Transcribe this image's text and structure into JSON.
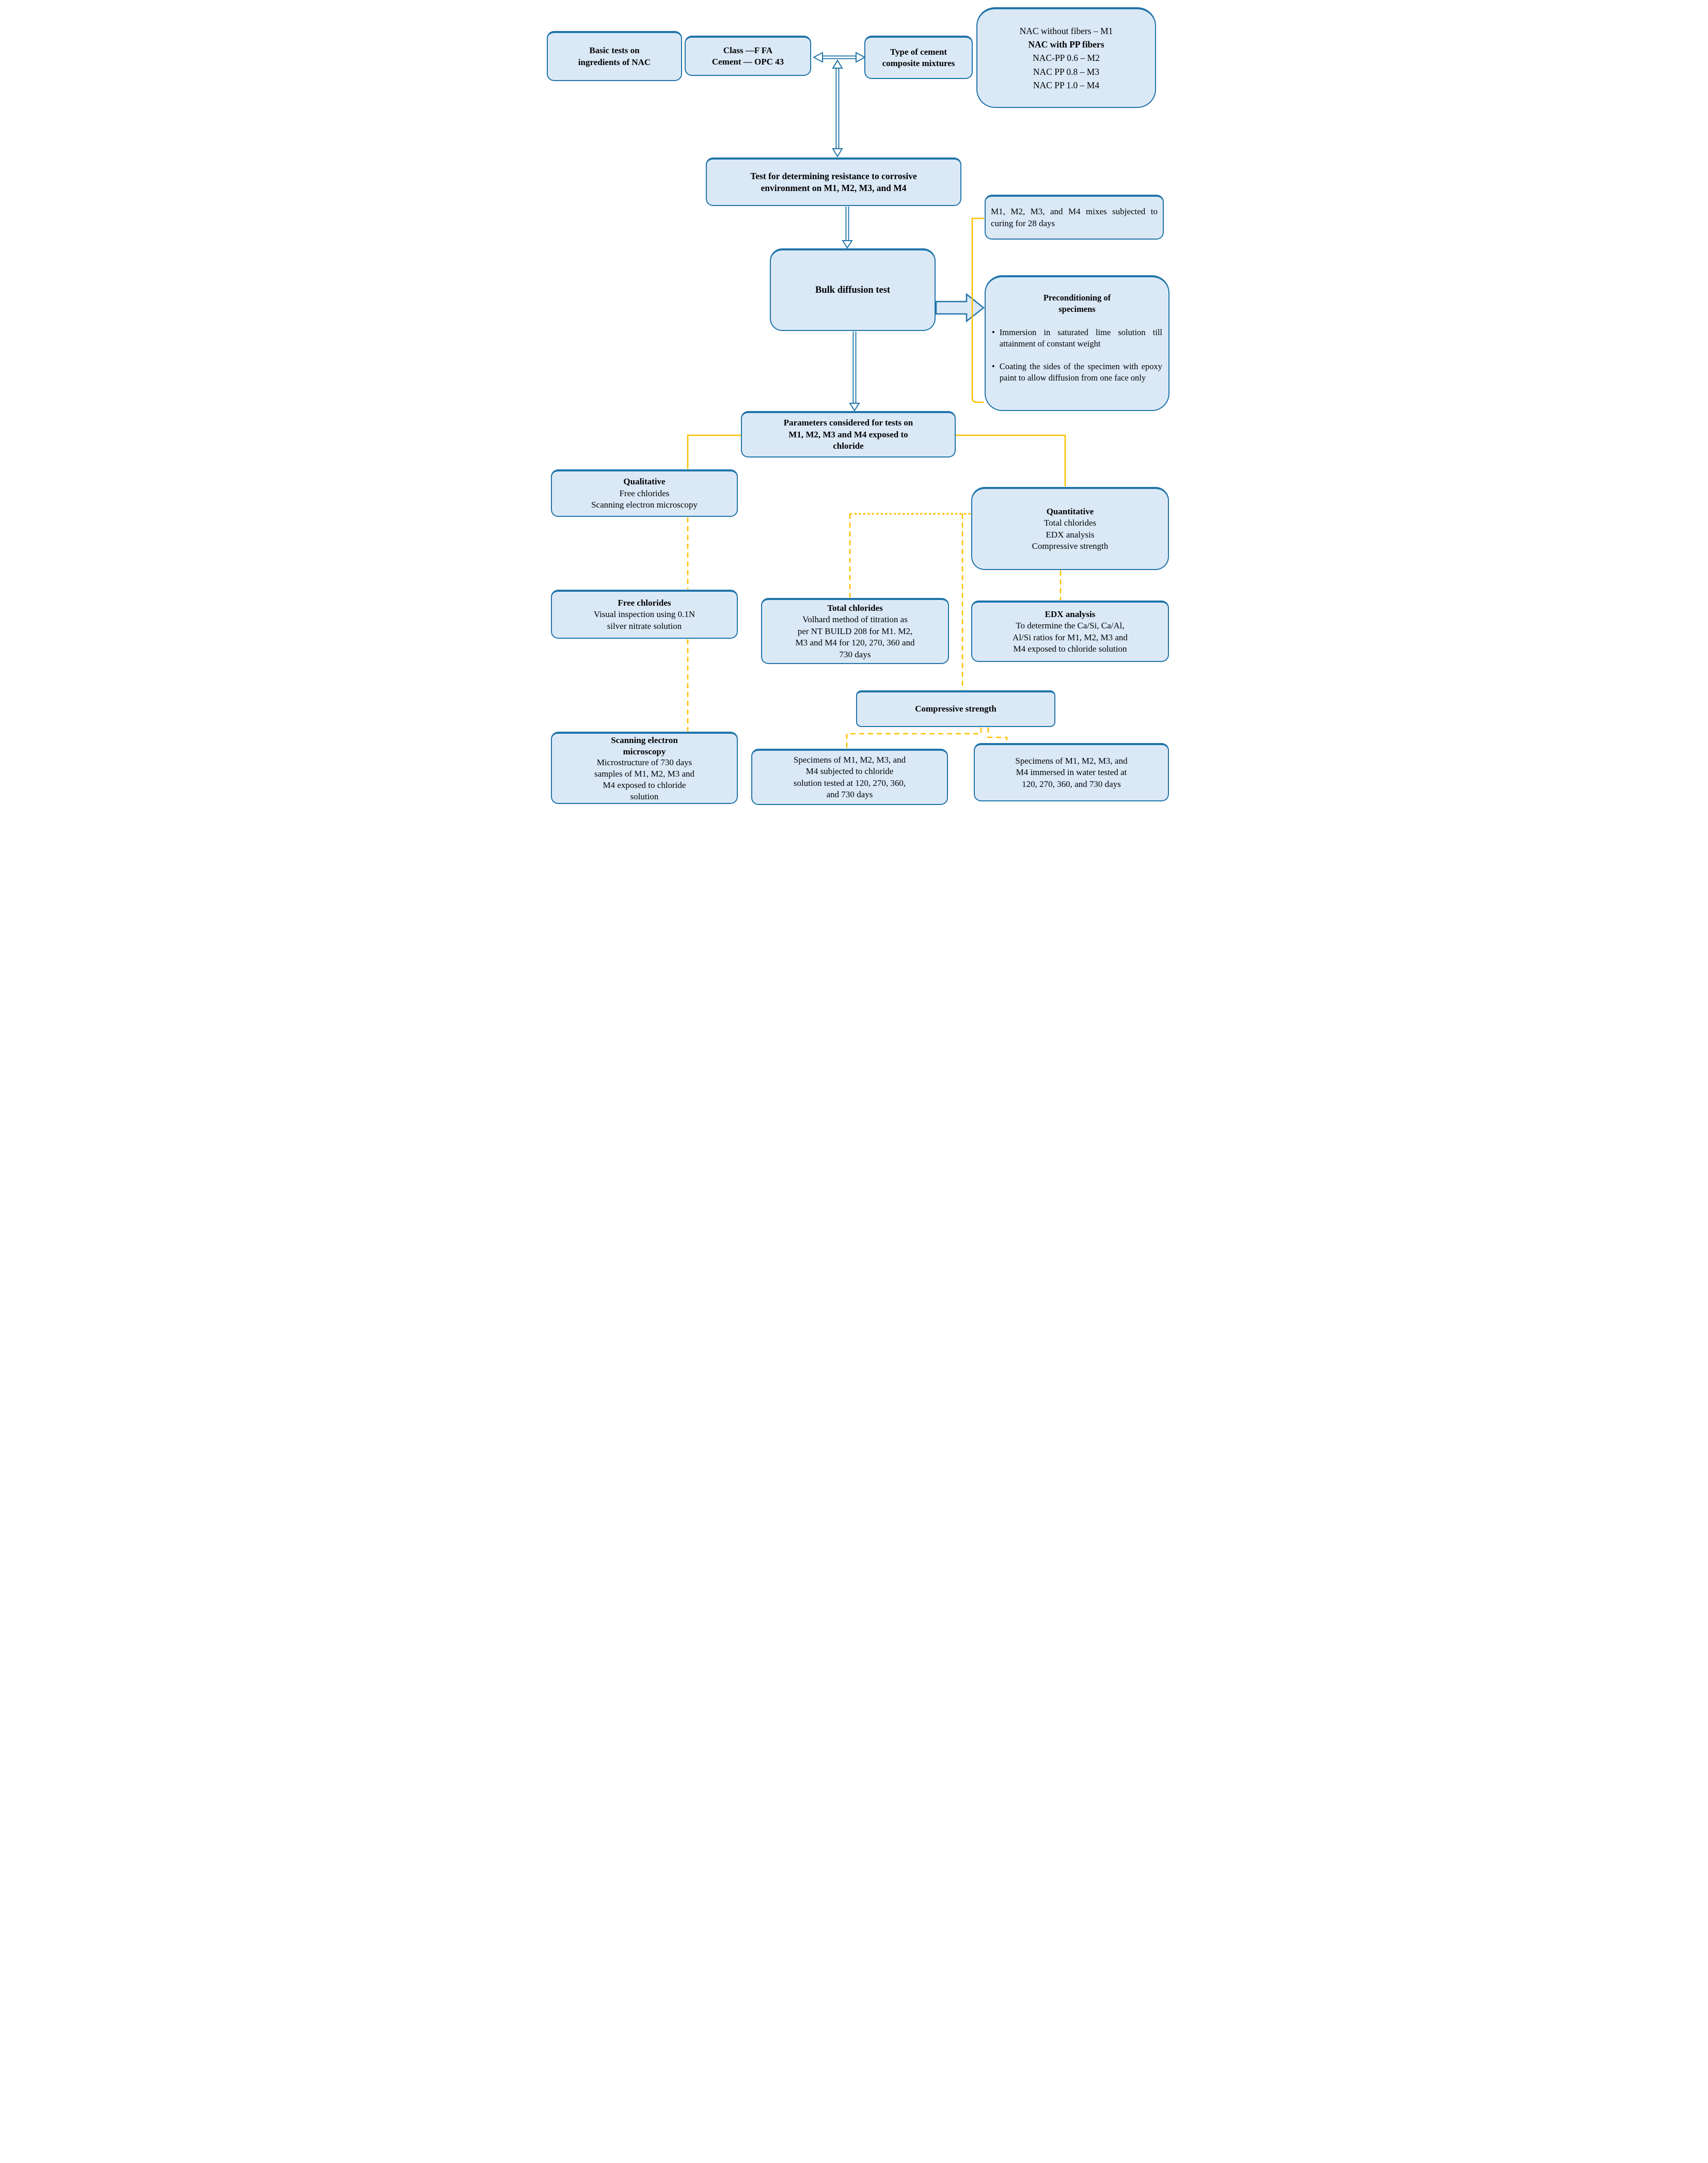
{
  "colors": {
    "box_fill": "#dbe9f7",
    "box_border": "#2074a9",
    "connector_yellow": "#ffc000",
    "arrow_blue": "#2074a9"
  },
  "nodes": {
    "basic_tests": {
      "text": "Basic tests on\ningredients of NAC"
    },
    "class_cement": {
      "text": "Class —F FA\nCement — OPC 43"
    },
    "type_mixtures": {
      "text": "Type of cement\ncomposite mixtures"
    },
    "nac_mixtures": {
      "line1": "NAC without fibers – M1",
      "line2": "NAC with PP fibers",
      "line3": "NAC-PP 0.6 – M2",
      "line4": "NAC PP 0.8 – M3",
      "line5": "NAC PP 1.0 – M4"
    },
    "test_resistance": {
      "text": "Test for determining resistance to  corrosive\nenvironment on M1, M2, M3, and M4"
    },
    "curing": {
      "text": "M1, M2, M3, and M4 mixes subjected to curing for 28 days"
    },
    "bulk_diffusion": {
      "text": "Bulk diffusion test"
    },
    "preconditioning": {
      "title": "Preconditioning of\nspecimens",
      "bullet_mark": "•",
      "bullet1": "Immersion in saturated lime solution till attainment of constant weight",
      "bullet2": "Coating the sides of the specimen with epoxy paint to allow diffusion from one face only"
    },
    "parameters": {
      "text": "Parameters considered for tests on\nM1, M2, M3 and M4 exposed to\nchloride"
    },
    "qualitative": {
      "title": "Qualitative",
      "body": "Free chlorides\nScanning electron microscopy"
    },
    "quantitative": {
      "title": "Quantitative",
      "body": "Total chlorides\nEDX analysis\nCompressive strength"
    },
    "free_chlorides": {
      "title": "Free chlorides",
      "body": "Visual inspection using 0.1N\nsilver nitrate solution"
    },
    "total_chlorides": {
      "title": "Total chlorides",
      "body": "Volhard method of titration as\nper NT BUILD 208 for M1. M2,\nM3 and M4 for 120, 270, 360 and\n730 days"
    },
    "edx_analysis": {
      "title": "EDX analysis",
      "body": "To determine the Ca/Si, Ca/Al,\nAl/Si ratios for M1, M2, M3 and\nM4 exposed to chloride solution"
    },
    "compressive": {
      "text": "Compressive strength"
    },
    "sem": {
      "title": "Scanning electron\nmicroscopy",
      "body": "Microstructure of 730 days\nsamples of M1, M2, M3 and\nM4 exposed to chloride\nsolution"
    },
    "specimens_chloride": {
      "text": "Specimens of M1, M2, M3, and\nM4 subjected to chloride\nsolution tested at 120, 270, 360,\nand 730 days"
    },
    "specimens_water": {
      "text": "Specimens of M1, M2, M3, and\nM4 immersed in water tested at\n120, 270, 360, and 730 days"
    }
  }
}
